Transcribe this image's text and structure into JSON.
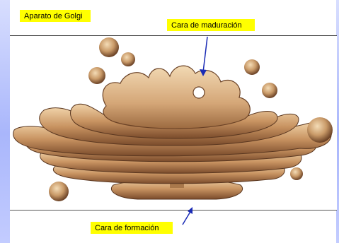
{
  "labels": {
    "title": "Aparato de Golgi",
    "maturation_face": "Cara de maduración",
    "formation_face": "Cara de formación"
  },
  "colors": {
    "cisterna_light": "#e9c79a",
    "cisterna_mid": "#b88553",
    "cisterna_dark": "#6b4226",
    "label_bg": "#ffff00",
    "arrow": "#1a2bb5"
  }
}
